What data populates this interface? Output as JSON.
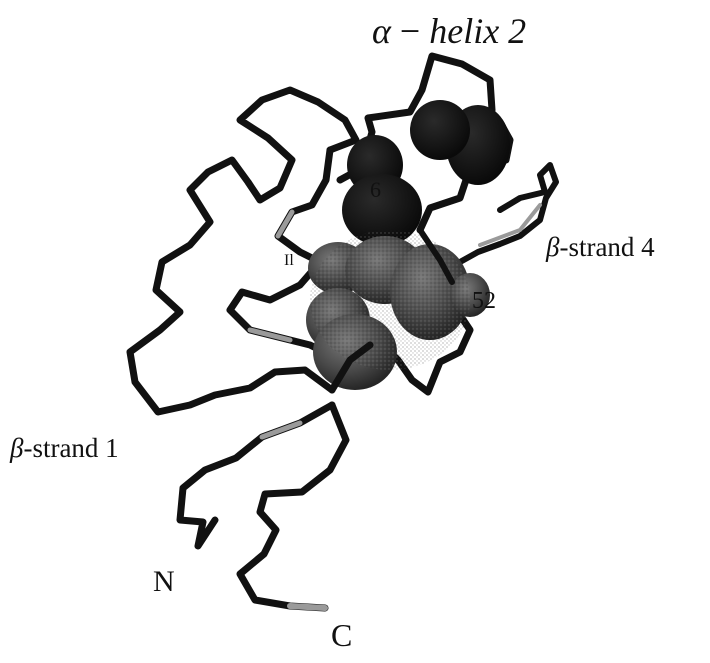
{
  "figure": {
    "labels": {
      "helix_greek": "α",
      "helix_text": "helix 2",
      "strand4_greek": "β",
      "strand4_text": "-strand 4",
      "strand1_greek": "β",
      "strand1_text": "-strand 1",
      "n_terminus": "N",
      "c_terminus": "C"
    },
    "residue_labels": {
      "r52": "52",
      "r6": "6",
      "ile": "Il"
    },
    "colors": {
      "backbone": "#111111",
      "backbone_light": "#9a9a9a",
      "sphere_dark": "#161616",
      "sphere_gray": "#4a4a4a",
      "background": "#ffffff"
    }
  }
}
